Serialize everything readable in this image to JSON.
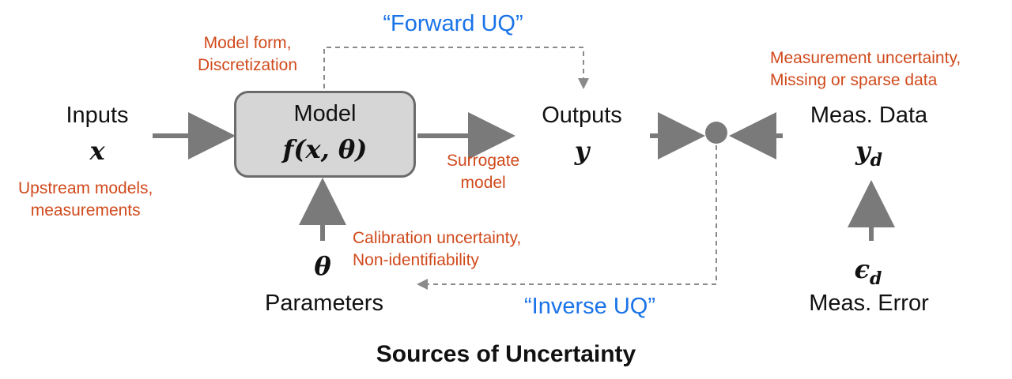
{
  "model": {
    "label": "Model",
    "func_f": "f",
    "func_args": "(x, θ)"
  },
  "model_error_note": [
    "Model form,",
    "Discretization"
  ],
  "forward_uq": "“Forward UQ”",
  "inverse_uq": "“Inverse UQ”",
  "inputs": {
    "label": "Inputs",
    "symbol": "x",
    "note": [
      "Upstream models,",
      "measurements"
    ]
  },
  "surrogate_note": [
    "Surrogate",
    "model"
  ],
  "outputs": {
    "label": "Outputs",
    "symbol": "y"
  },
  "meas_data": {
    "label": "Meas. Data",
    "symbol": "y",
    "subscript": "d",
    "note": [
      "Measurement uncertainty,",
      "Missing or sparse data"
    ]
  },
  "parameters": {
    "label": "Parameters",
    "symbol": "θ",
    "note": [
      "Calibration uncertainty,",
      "Non-identifiability"
    ]
  },
  "meas_error": {
    "label": "Meas. Error",
    "symbol": "ϵ",
    "subscript": "d"
  },
  "title": "Sources of Uncertainty",
  "colors": {
    "arrow": "#7a7a7a",
    "note_red": "#d04a1c",
    "uq_blue": "#1a73e8",
    "box_fill": "#d6d6d6"
  }
}
